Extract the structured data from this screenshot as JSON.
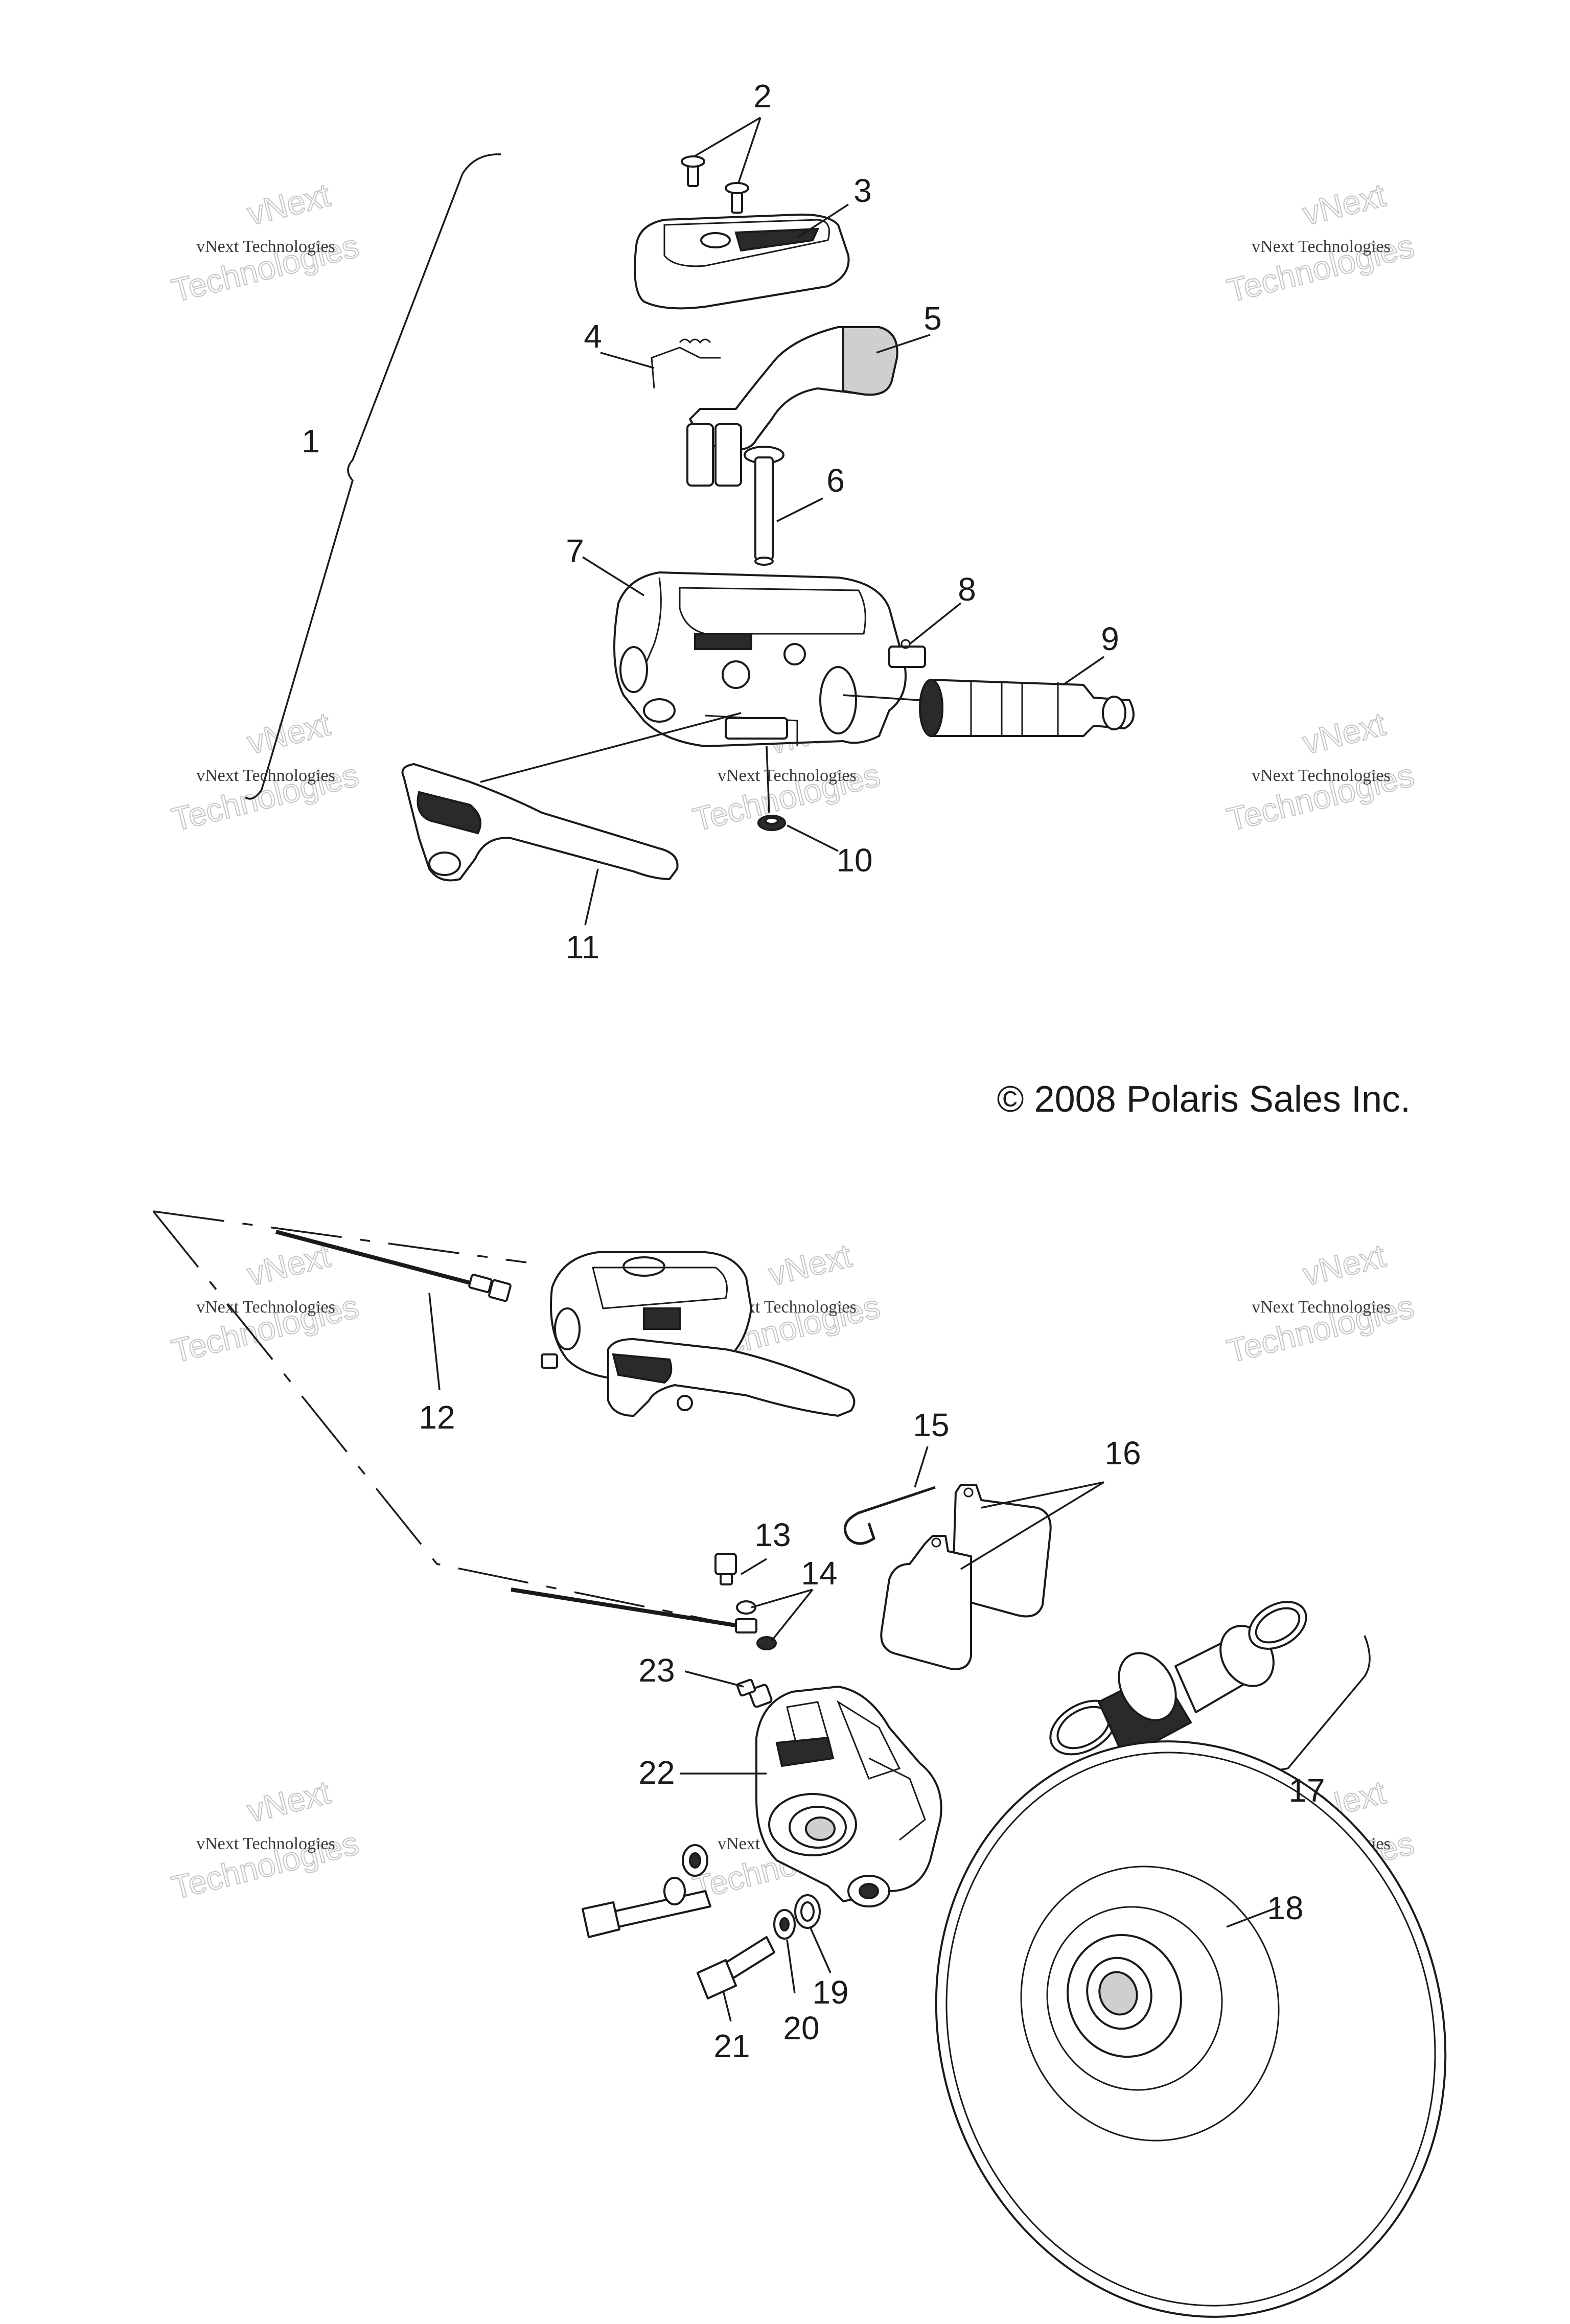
{
  "copyright": "© 2008 Polaris Sales Inc.",
  "callouts": [
    "1",
    "2",
    "3",
    "4",
    "5",
    "6",
    "7",
    "8",
    "9",
    "10",
    "11",
    "12",
    "13",
    "14",
    "15",
    "16",
    "17",
    "18",
    "19",
    "20",
    "21",
    "22",
    "23"
  ],
  "watermark": {
    "line1": "vNext Technologies",
    "line2a": "vNext",
    "line2b": "Technologies"
  }
}
